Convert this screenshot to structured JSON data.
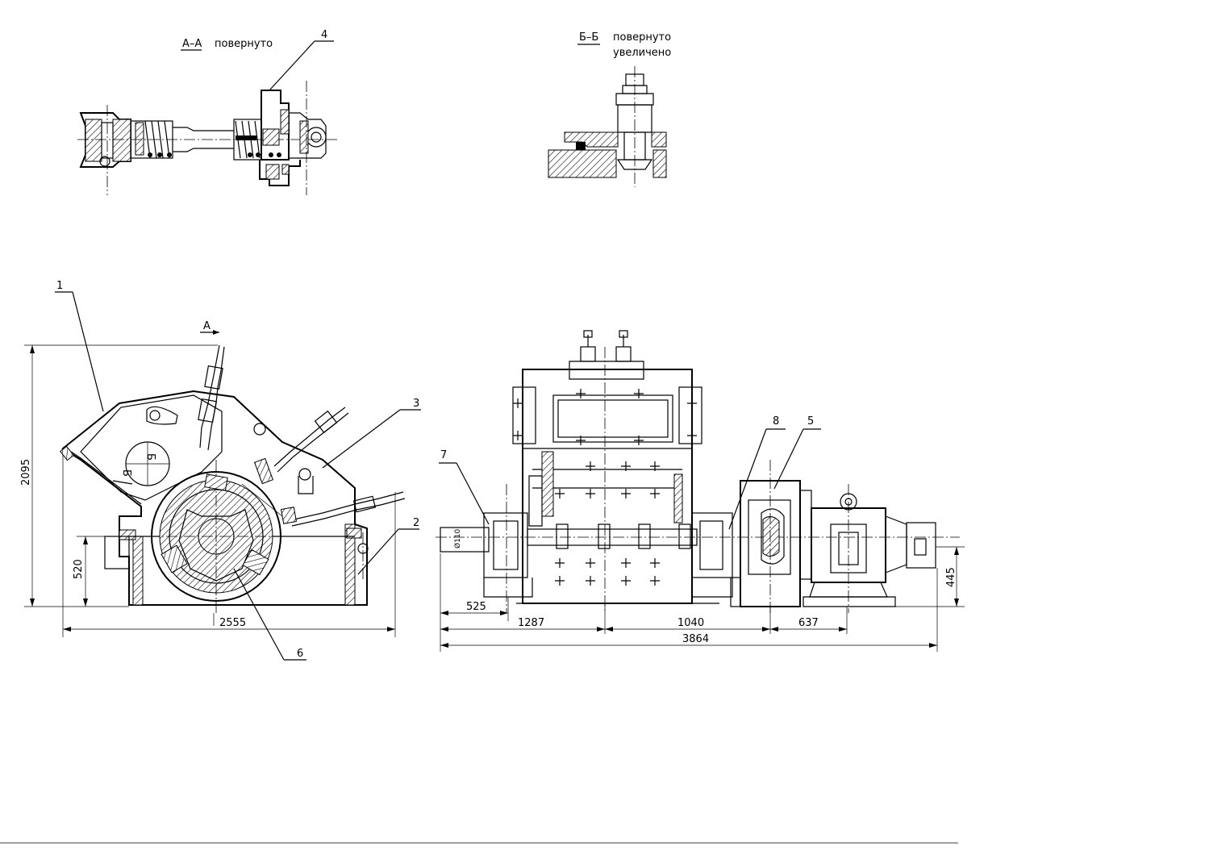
{
  "sections": {
    "aa": {
      "label": "А–А",
      "note": "повернуто"
    },
    "bb": {
      "label": "Б–Б",
      "note1": "повернуто",
      "note2": "увеличено"
    }
  },
  "callouts": [
    "1",
    "2",
    "3",
    "4",
    "5",
    "6",
    "7",
    "8"
  ],
  "view_marks": {
    "a": "А",
    "b": "Б"
  },
  "dimensions": {
    "height_total": "2095",
    "height_shaft": "520",
    "width_front": "2555",
    "left_525": "525",
    "d1287": "1287",
    "d1040": "1040",
    "d637": "637",
    "total": "3864",
    "right_445": "445",
    "shaft_dia": "Ø110"
  }
}
